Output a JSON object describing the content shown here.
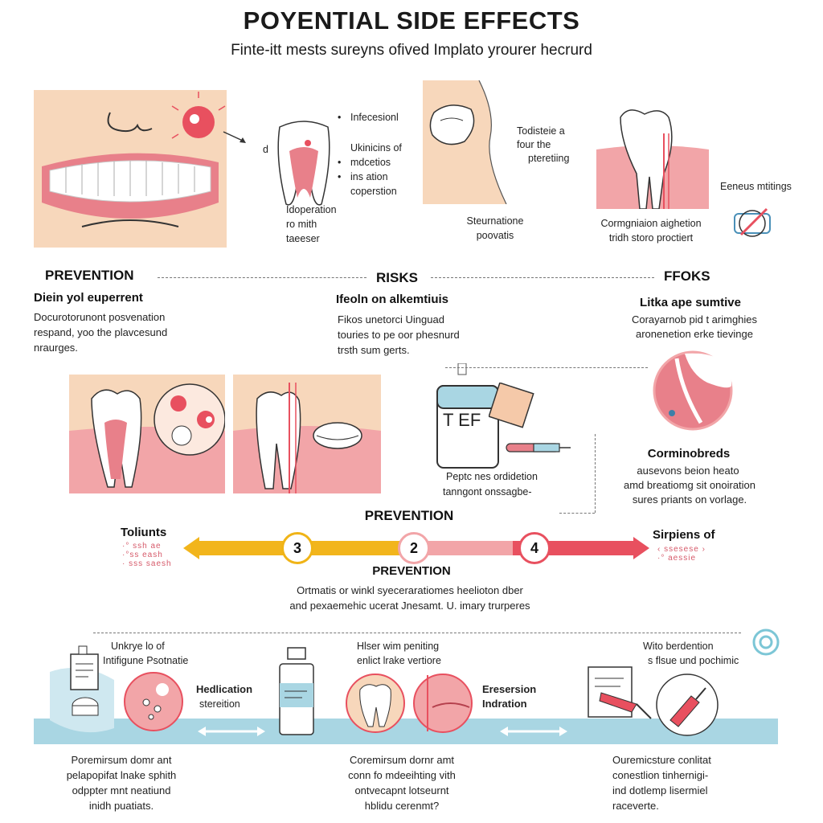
{
  "header": {
    "title": "POYENTIAL  SIDE EFFECTS",
    "subtitle": "Finte-itt mests sureyns ofived  Implato yrourer hecrurd"
  },
  "top_row": {
    "tooth_callouts": {
      "small_d": "d",
      "item1": "Infecesionl",
      "item2": "Ukinicins of",
      "item3": "mdcetios",
      "item4": "ins ation",
      "item5": "coperstion",
      "bottom1": "Idoperation",
      "bottom2": "ro mith",
      "bottom3": "taeeser"
    },
    "face_callout": {
      "line1": "Todisteie a",
      "line2": "four the",
      "line3": "pteretiing",
      "bottom1": "Steurnatione",
      "bottom2": "poovatis"
    },
    "gum_callout": {
      "right": "Eeneus mtitings",
      "bottom1": "Cormgniaion aighetion",
      "bottom2": "tridh storo proctiert"
    }
  },
  "section_headers": {
    "prevention": "PREVENTION",
    "risks": "RISKS",
    "ffoks": "FFOKS"
  },
  "columns": {
    "left": {
      "heading": "Diein yol euperrent",
      "lines": [
        "Docurotorunont posvenation",
        "respand, yoo the plavcesund",
        "nraurges."
      ]
    },
    "middle": {
      "heading": "Ifeoln on alkemtiuis",
      "lines": [
        "Fikos unetorci Uinguad",
        "touries to pe oor phesnurd",
        "trsth sum gerts."
      ]
    },
    "right": {
      "heading": "Litka ape sumtive",
      "lines": [
        "Corayarnob pid t arimghies",
        "aronenetion  erke tievinge"
      ]
    }
  },
  "mid_row": {
    "bottle_label": "T EF",
    "caption1": "Peptc nes ordidetion",
    "caption2": "tanngont onssagbe-",
    "right_heading": "Corminobreds",
    "right_lines": [
      "ausevons beion heato",
      "amd breatiomg sit onoiration",
      "sures priants on vorlage."
    ]
  },
  "timeline": {
    "title": "PREVENTION",
    "left_label": "Toliunts",
    "right_label": "Sirpiens of",
    "left_marks": [
      "·° ssh ae",
      "·°ss eash",
      "· sss saesh"
    ],
    "right_marks": [
      "‹ ssesese ›",
      "·° aessie"
    ],
    "badges": [
      "3",
      "2",
      "4"
    ],
    "sub_title": "PREVENTION",
    "line1": "Ortmatis or winkl syeceraratiomes heelioton dber",
    "line2": "and pexaemehic ucerat Jnesamt. U. imary trurperes",
    "colors": {
      "yellow": "#f2b51c",
      "pink": "#f2a5a8",
      "red": "#e8505f"
    }
  },
  "bottom": {
    "left_top1": "Unkrye lo of",
    "left_top2": "Intifigune Psotnatie",
    "left_mid1": "Hedlication",
    "left_mid2": "stereition",
    "mid_top1": "Hlser wim peniting",
    "mid_top2": "enlict lrake vertiore",
    "mid_right1": "Eresersion",
    "mid_right2": "Indration",
    "right_top1": "Wito berdention",
    "right_top2": "s flsue und pochimic",
    "col1": [
      "Poremirsum domr ant",
      "pelapopifat lnake sphith",
      "odppter mnt neatiund",
      "inidh puatiats."
    ],
    "col2": [
      "Coremirsum dornr amt",
      "conn fo mdeeihting vith",
      "ontvecapnt lotseurnt",
      "hblidu cerenmt?"
    ],
    "col3": [
      "Ouremicsture conlitat",
      "conestlion tinhernigi-",
      "ind dotlemp lisermiel",
      "raceverte."
    ]
  }
}
